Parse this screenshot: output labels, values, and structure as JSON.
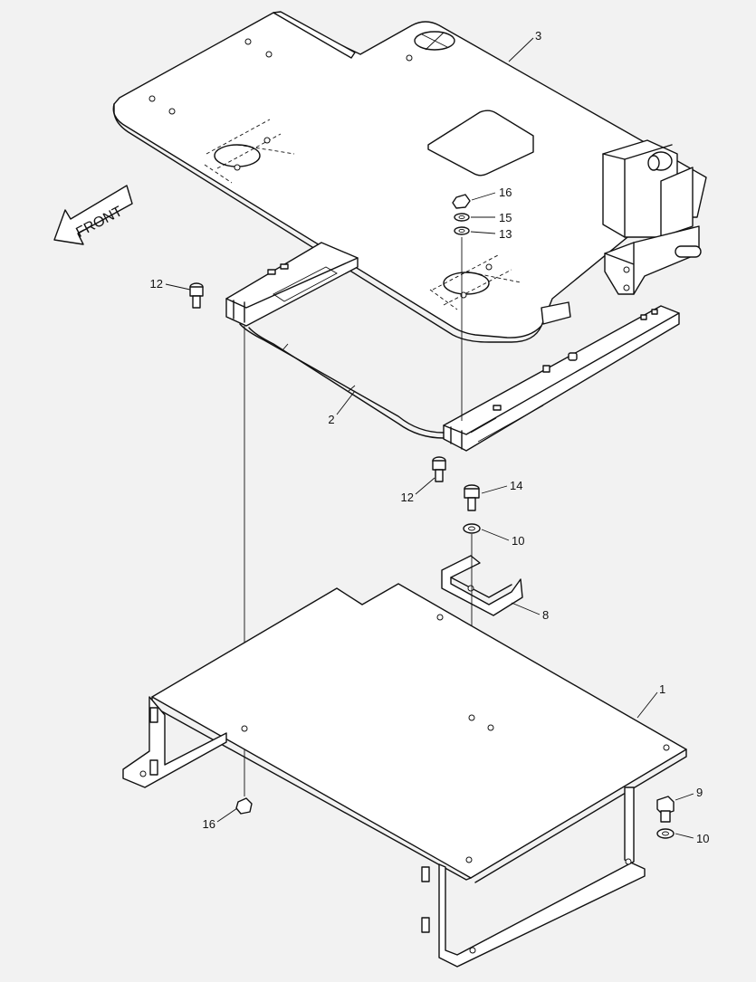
{
  "direction_label": "FRONT",
  "callouts": [
    {
      "id": "c3",
      "text": "3"
    },
    {
      "id": "c16a",
      "text": "16"
    },
    {
      "id": "c15",
      "text": "15"
    },
    {
      "id": "c13",
      "text": "13"
    },
    {
      "id": "c12a",
      "text": "12"
    },
    {
      "id": "c2",
      "text": "2"
    },
    {
      "id": "c12b",
      "text": "12"
    },
    {
      "id": "c14",
      "text": "14"
    },
    {
      "id": "c10a",
      "text": "10"
    },
    {
      "id": "c8",
      "text": "8"
    },
    {
      "id": "c1",
      "text": "1"
    },
    {
      "id": "c9",
      "text": "9"
    },
    {
      "id": "c16b",
      "text": "16"
    },
    {
      "id": "c10b",
      "text": "10"
    }
  ]
}
